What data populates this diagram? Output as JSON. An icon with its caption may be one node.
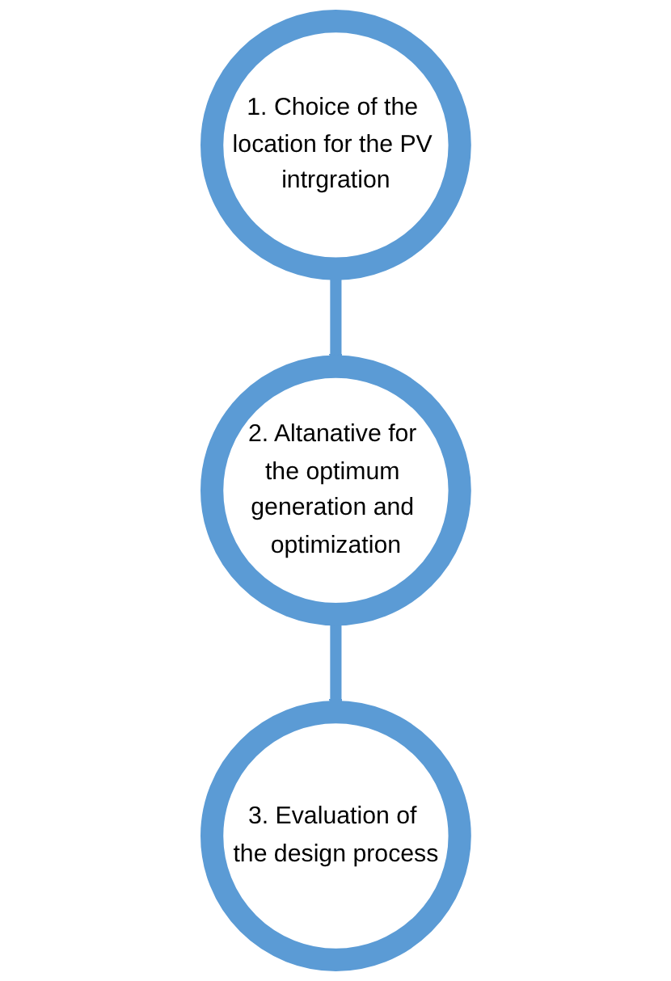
{
  "diagram": {
    "nodes": [
      {
        "text": [
          "1. Choice of the location for the PV intrgration"
        ]
      },
      {
        "text": [
          "2. Altanative for the optimum generation and optimization"
        ]
      },
      {
        "text": [
          "3. Evaluation of the design process"
        ]
      }
    ],
    "edges": [
      {
        "from": 0,
        "to": 1,
        "arrow": "to"
      },
      {
        "from": 1,
        "to": 2,
        "arrow": "to"
      }
    ]
  }
}
